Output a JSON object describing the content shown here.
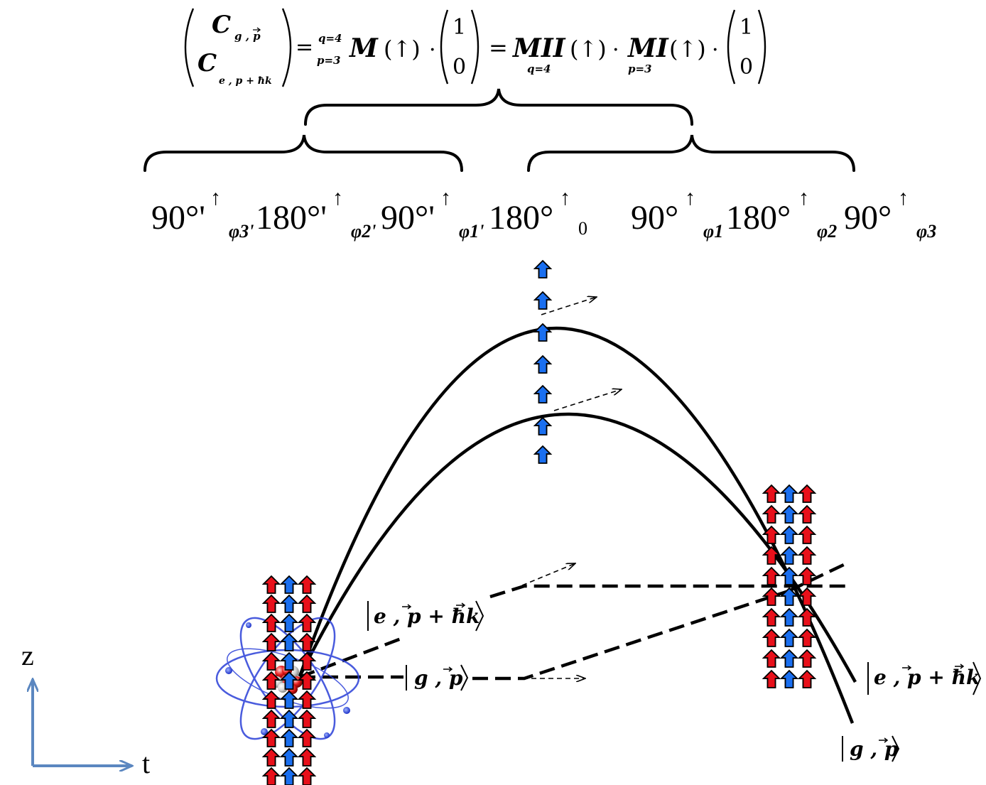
{
  "equation": {
    "vector_top": "C",
    "vector_top_sub": "g , p",
    "vector_bottom": "C",
    "vector_bottom_sub": "e , p + ħk",
    "equals_1": "=",
    "sup_q": "q=4",
    "sub_p": "p=3",
    "M": "M",
    "arg_up": "(↑)",
    "dot": "·",
    "col_top": "1",
    "col_bottom": "0",
    "equals_2": "=",
    "MII": "MII",
    "MII_sub": "q=4",
    "MI": "MI",
    "MI_sub": "p=3"
  },
  "pulses_left": [
    {
      "angle": "90°'",
      "phase": "φ3'"
    },
    {
      "angle": "180°'",
      "phase": "φ2'"
    },
    {
      "angle": "90°'",
      "phase": "φ1'"
    }
  ],
  "pulse_middle": {
    "angle": "180°",
    "phase": "0"
  },
  "pulses_right": [
    {
      "angle": "90°",
      "phase": "φ1"
    },
    {
      "angle": "180°",
      "phase": "φ2"
    },
    {
      "angle": "90°",
      "phase": "φ3"
    }
  ],
  "up_arrow": "↑",
  "states": {
    "excited_mid": "e ,  p  +  ħk",
    "ground_mid": "g ,  p",
    "excited_right": "e ,  p  +  ħk",
    "ground_right": "g ,  p"
  },
  "axes": {
    "z_label": "z",
    "t_label": "t"
  },
  "colors": {
    "red_spin": "#e8101a",
    "blue_spin": "#1a6ff0",
    "axis": "#5b87c0",
    "orbit": "#2a3fd8"
  }
}
